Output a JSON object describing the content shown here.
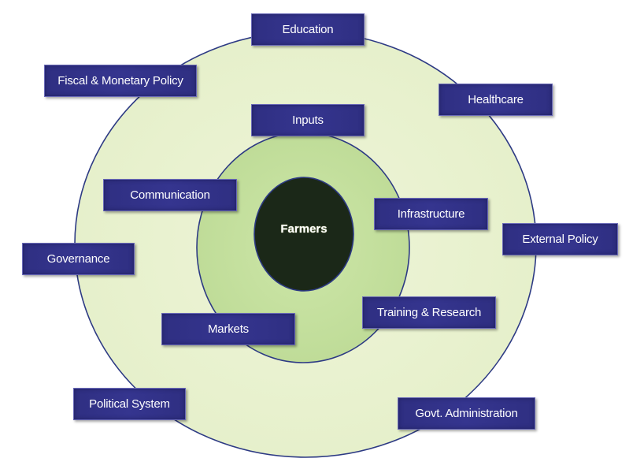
{
  "diagram": {
    "type": "concentric-circles",
    "colors": {
      "outer_ring": "#e9f2cf",
      "middle_ring": "#c5e0a0",
      "core": "#1b2818",
      "ring_stroke": "#2d3a84",
      "box_fill": "#33338b",
      "box_text": "#ffffff"
    },
    "core": {
      "label": "Farmers"
    },
    "middle_ring_labels": [
      "Inputs",
      "Communication",
      "Infrastructure",
      "Training & Research",
      "Markets"
    ],
    "outer_ring_labels": [
      "Education",
      "Fiscal & Monetary Policy",
      "Healthcare",
      "External Policy",
      "Governance",
      "Political System",
      "Govt. Administration"
    ]
  }
}
